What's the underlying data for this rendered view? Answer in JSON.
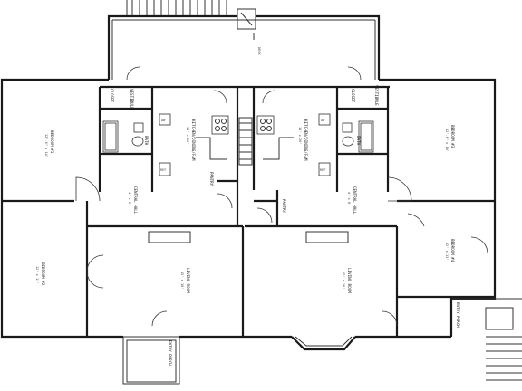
{
  "plan": {
    "labels": {
      "deck": "DECK",
      "bedroom_1": "BEDROOM #1",
      "bedroom_1_dim": "12'-6\" x 14'",
      "bedroom_2": "BEDROOM #2",
      "bedroom_2_dim": "12' x 13'",
      "bedroom_3": "BEDROOM #3",
      "bedroom_3_dim": "12'-6\" x 14'",
      "bedroom_4": "BEDROOM #4",
      "bedroom_4_dim": "12' x 13'",
      "kitchen_dining_l": "KITCHEN/DINING/FAM",
      "kitchen_dining_l_dim": "11' x 20'",
      "kitchen_dining_r": "KITCHEN/DINING/FAM",
      "kitchen_dining_r_dim": "11' x 20'",
      "living_l": "LIVING ROOM",
      "living_l_dim": "15' x 18'",
      "living_r": "LIVING ROOM",
      "living_r_dim": "15' x 18'",
      "central_hall_l": "CENTRAL HALL",
      "central_hall_l_dim": "4' x 8'",
      "central_hall_r": "CENTRAL HALL",
      "central_hall_r_dim": "4' x 8'",
      "pantry_l": "PANTRY",
      "pantry_r": "PANTRY",
      "closet_l": "CLOSET",
      "closet_r": "CLOSET",
      "bath_l": "BATH",
      "bath_r": "BATH",
      "vestibule_l": "VESTIBULE",
      "vestibule_r": "VESTIBULE",
      "entry_porch_l": "ENTRY PORCH",
      "entry_porch_r": "ENTRY PORCH",
      "dw_l": "DW",
      "dw_r": "DW",
      "ref_l": "REF",
      "ref_r": "REF"
    }
  }
}
